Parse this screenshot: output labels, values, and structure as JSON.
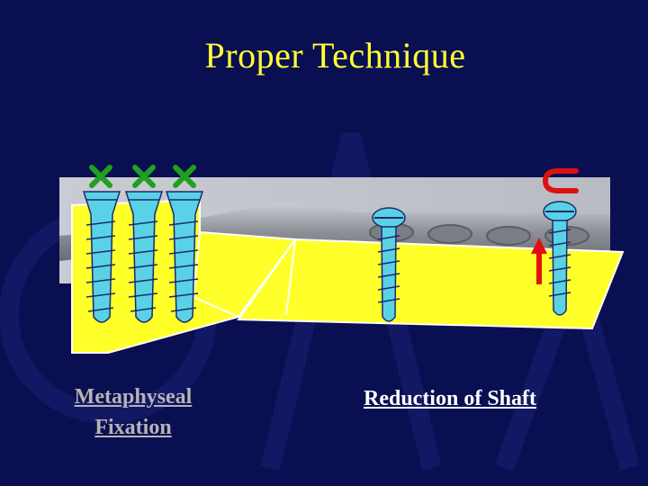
{
  "slide": {
    "title": "Proper Technique",
    "caption_left": "Metaphyseal Fixation",
    "caption_right": "Reduction of Shaft"
  },
  "colors": {
    "background": "#0a0f52",
    "title": "#ffff33",
    "bone": "#ffff2a",
    "screw": "#5ad2e6",
    "x_mark": "#1fa01f",
    "arrow": "#e01010",
    "plate": "#9ea2a8"
  },
  "icons": [
    "x-mark-icon",
    "curved-arrow-icon",
    "up-arrow-icon"
  ]
}
